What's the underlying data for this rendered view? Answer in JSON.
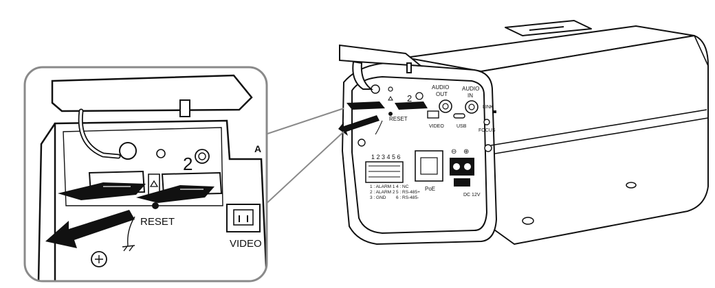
{
  "zoom_view": {
    "labels": {
      "slot_2": "2",
      "reset": "RESET",
      "video": "VIDEO",
      "partial": "A"
    }
  },
  "camera": {
    "labels": {
      "slot_2": "2",
      "reset": "RESET",
      "audio_out_1": "AUDIO",
      "audio_out_2": "OUT",
      "audio_in_1": "AUDIO",
      "audio_in_2": "IN",
      "link": "LINK",
      "video": "VIDEO",
      "usb": "USB",
      "focus": "FOCUS",
      "pins": "1 2 3 4 5 6",
      "pin_1": "1 : ALARM 1",
      "pin_2": "2 : ALARM 2",
      "pin_3": "3 : GND",
      "pin_4": "4 : NC",
      "pin_5": "5 : RS-485+",
      "pin_6": "6 : RS-485-",
      "poe": "PoE",
      "dc": "DC 12V",
      "minus": "⊖",
      "plus": "⊕"
    }
  }
}
